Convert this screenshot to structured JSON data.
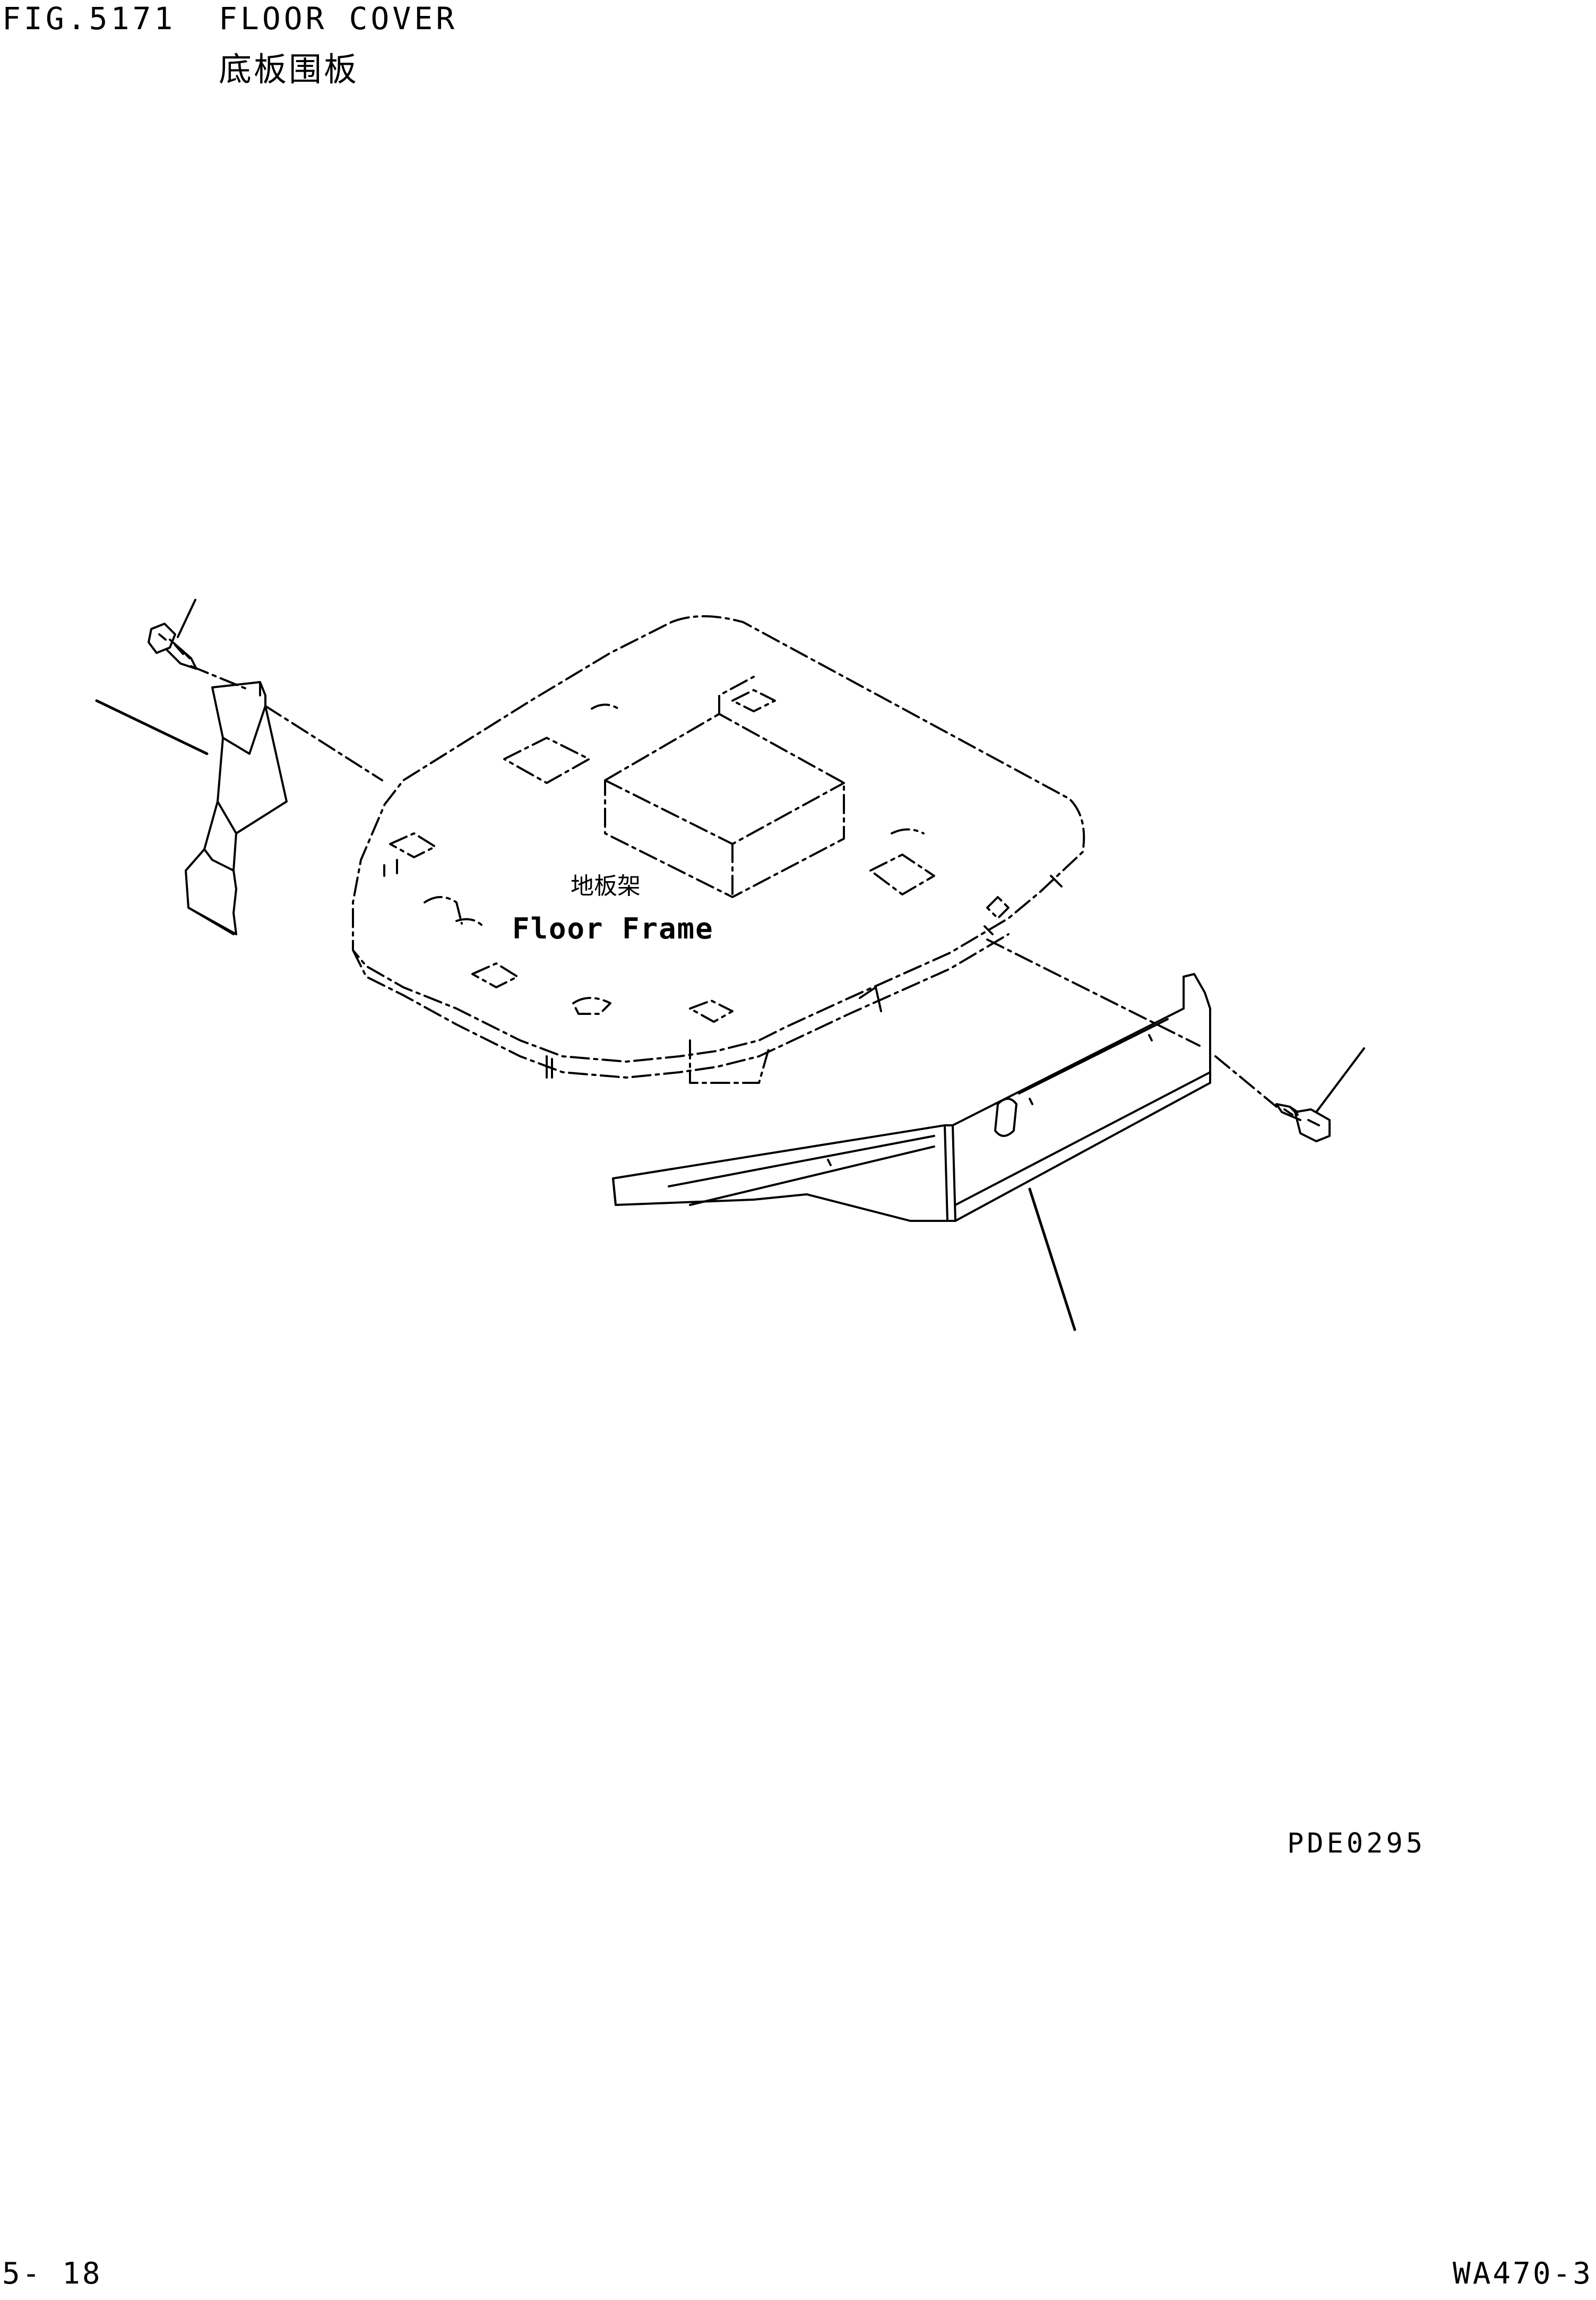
{
  "header": {
    "fig_number": "FIG.5171",
    "title_en": "FLOOR COVER",
    "title_zh": "底板围板"
  },
  "diagram": {
    "frame_label_zh": "地板架",
    "frame_label_en": "Floor Frame",
    "drawing_code": "PDE0295"
  },
  "footer": {
    "page": "5- 18",
    "model": "WA470-3"
  }
}
